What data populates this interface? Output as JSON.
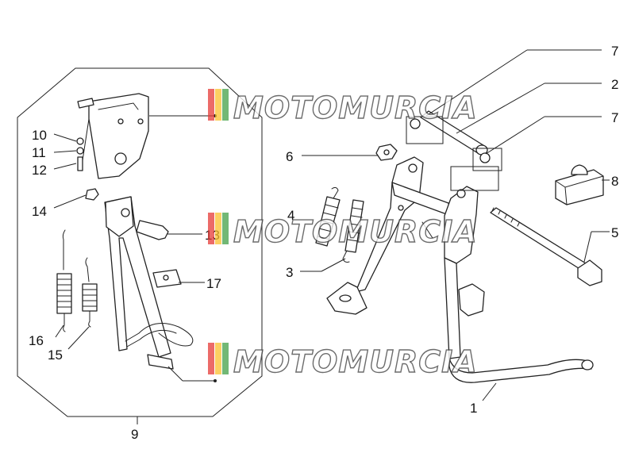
{
  "callouts": {
    "c1": "1",
    "c2": "2",
    "c3": "3",
    "c4": "4",
    "c5": "5",
    "c6": "6",
    "c7a": "7",
    "c7b": "7",
    "c8": "8",
    "c9": "9",
    "c10": "10",
    "c11": "11",
    "c12": "12",
    "c13": "13",
    "c14": "14",
    "c15": "15",
    "c16": "16",
    "c17": "17"
  },
  "watermark": {
    "text": "MOTOMURCIA",
    "stripe_colors": [
      "#e53935",
      "#fbc02d",
      "#43a047"
    ]
  },
  "colors": {
    "line": "#222222",
    "background": "#ffffff"
  }
}
